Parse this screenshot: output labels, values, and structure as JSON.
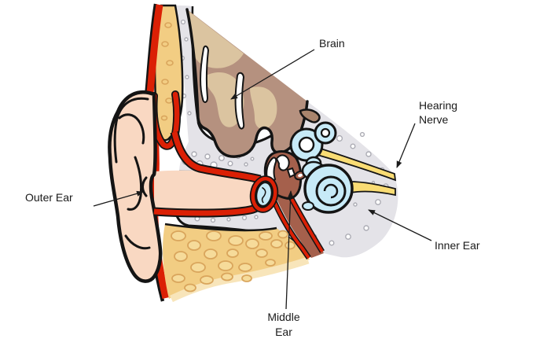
{
  "diagram": {
    "labels": {
      "brain": "Brain",
      "hearing_nerve": [
        "Hearing",
        "Nerve"
      ],
      "outer_ear": "Outer Ear",
      "inner_ear": "Inner Ear",
      "middle_ear": [
        "Middle",
        "Ear"
      ]
    },
    "palette": {
      "skin_red": "#DB2005",
      "flesh": "#F9D8C2",
      "bone_yellow": "#F2CD83",
      "bone_cobble_line": "#D9A55C",
      "bone_cobble_fill": "#F6DB9A",
      "bone_soft_edge": "#F8E5BA",
      "skull_gray": "#E4E3E8",
      "skull_bubble_line": "#ACACB4",
      "brain_dark": "#B5917F",
      "brain_light": "#DBC4A0",
      "brain_tip": "#A8846C",
      "inner_ear_blue": "#C7EAF7",
      "middle_ear_brown": "#A5604C",
      "nerve_yellow": "#F9DC74",
      "outline": "#141414",
      "label_text": "#1A1A1A"
    }
  }
}
